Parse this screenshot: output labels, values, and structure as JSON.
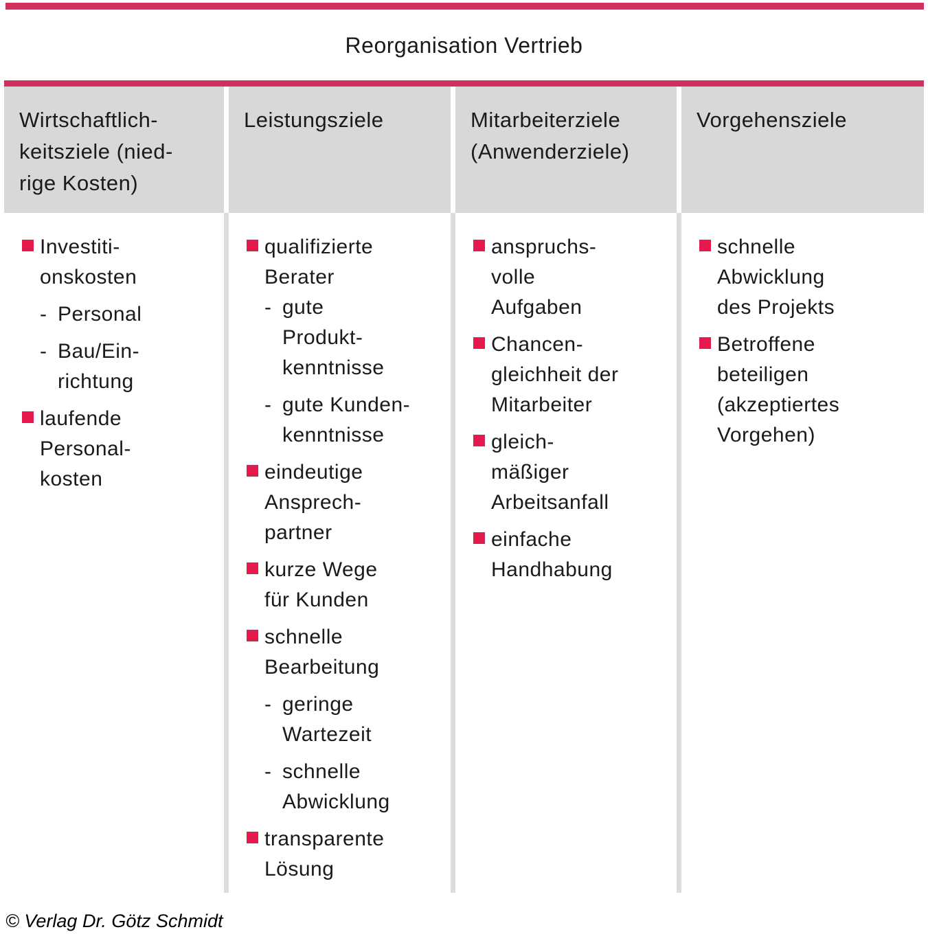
{
  "title": "Reorganisation Vertrieb",
  "footer": {
    "copyright": "© Verlag Dr. Götz Schmidt"
  },
  "colors": {
    "accent_bar": "#d12f5e",
    "bullet": "#e5194b",
    "header_bg": "#d8d8d8",
    "divider": "#dcdcdc",
    "text": "#1a1a1a"
  },
  "table": {
    "columns": [
      {
        "header_lines": [
          "Wirtschaftlich-",
          "keitsziele (nied-",
          "rige Kosten)"
        ],
        "items": [
          {
            "lines": [
              "Investiti-",
              "onskosten"
            ],
            "subs": [
              {
                "lines": [
                  "Personal"
                ]
              },
              {
                "lines": [
                  "Bau/Ein-",
                  "richtung"
                ]
              }
            ]
          },
          {
            "lines": [
              "laufende",
              "Personal-",
              "kosten"
            ],
            "subs": []
          }
        ]
      },
      {
        "header_lines": [
          "Leistungsziele"
        ],
        "items": [
          {
            "lines": [
              "qualifizierte",
              "Berater"
            ],
            "subs": [
              {
                "lines": [
                  "gute",
                  "Produkt-",
                  "kenntnisse"
                ],
                "tight": true
              },
              {
                "lines": [
                  "gute Kunden-",
                  "kenntnisse"
                ]
              }
            ]
          },
          {
            "lines": [
              "eindeutige",
              "Ansprech-",
              "partner"
            ],
            "subs": []
          },
          {
            "lines": [
              "kurze Wege",
              "für Kunden"
            ],
            "subs": []
          },
          {
            "lines": [
              "schnelle",
              "Bearbeitung"
            ],
            "subs": [
              {
                "lines": [
                  "geringe",
                  "Wartezeit"
                ]
              },
              {
                "lines": [
                  "schnelle",
                  "Abwicklung"
                ]
              }
            ]
          },
          {
            "lines": [
              "transparente",
              "Lösung"
            ],
            "subs": []
          }
        ]
      },
      {
        "header_lines": [
          "Mitarbeiterziele",
          "(Anwenderziele)"
        ],
        "items": [
          {
            "lines": [
              "anspruchs-",
              "volle",
              "Aufgaben"
            ],
            "subs": []
          },
          {
            "lines": [
              "Chancen-",
              "gleichheit der",
              "Mitarbeiter"
            ],
            "subs": []
          },
          {
            "lines": [
              "gleich-",
              "mäßiger",
              "Arbeitsanfall"
            ],
            "subs": []
          },
          {
            "lines": [
              "einfache",
              "Handhabung"
            ],
            "subs": []
          }
        ]
      },
      {
        "header_lines": [
          "Vorgehensziele"
        ],
        "items": [
          {
            "lines": [
              "schnelle",
              "Abwicklung",
              "des Projekts"
            ],
            "subs": []
          },
          {
            "lines": [
              "Betroffene",
              "beteiligen",
              "(akzeptiertes",
              "Vorgehen)"
            ],
            "subs": []
          }
        ]
      }
    ]
  }
}
